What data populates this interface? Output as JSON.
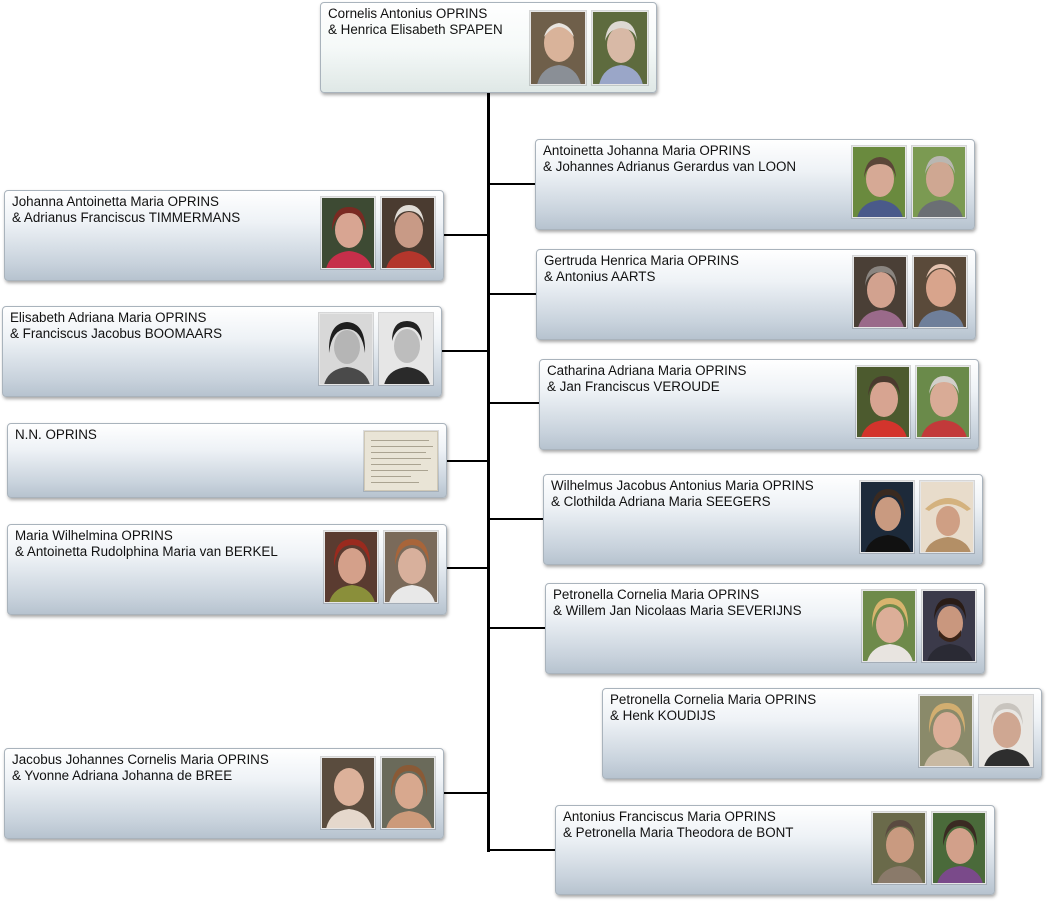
{
  "root": {
    "line1": "Cornelis Antonius OPRINS",
    "line2": "& Henrica Elisabeth SPAPEN"
  },
  "children": [
    {
      "line1": "Antoinetta Johanna Maria OPRINS",
      "line2": "& Johannes Adrianus Gerardus van LOON"
    },
    {
      "line1": "Johanna Antoinetta Maria OPRINS",
      "line2": "& Adrianus Franciscus TIMMERMANS"
    },
    {
      "line1": "Gertruda Henrica Maria OPRINS",
      "line2": "& Antonius AARTS"
    },
    {
      "line1": "Elisabeth Adriana Maria OPRINS",
      "line2": "& Franciscus Jacobus BOOMAARS"
    },
    {
      "line1": "Catharina Adriana Maria OPRINS",
      "line2": "& Jan Franciscus VEROUDE"
    },
    {
      "line1": "N.N. OPRINS",
      "line2": ""
    },
    {
      "line1": "Wilhelmus Jacobus Antonius Maria OPRINS",
      "line2": "& Clothilda Adriana Maria SEEGERS"
    },
    {
      "line1": "Maria Wilhelmina OPRINS",
      "line2": "& Antoinetta Rudolphina Maria van BERKEL"
    },
    {
      "line1": "Petronella Cornelia Maria OPRINS",
      "line2": "& Willem Jan Nicolaas Maria SEVERIJNS"
    },
    {
      "line1": "Petronella Cornelia Maria OPRINS",
      "line2": "& Henk KOUDIJS"
    },
    {
      "line1": "Jacobus Johannes Cornelis Maria OPRINS",
      "line2": "& Yvonne Adriana Johanna de BREE"
    },
    {
      "line1": "Antonius Franciscus Maria OPRINS",
      "line2": "& Petronella Maria Theodora de BONT"
    }
  ]
}
